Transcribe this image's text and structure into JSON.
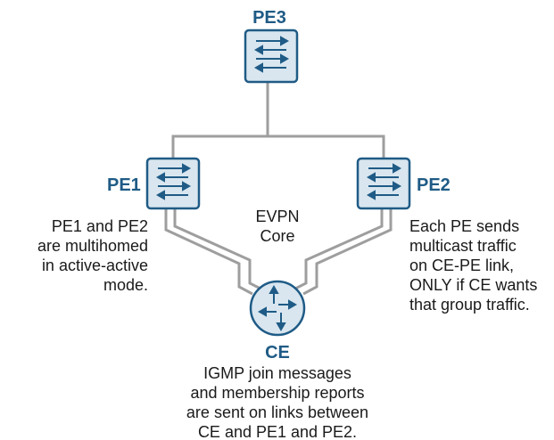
{
  "nodes": {
    "pe3": {
      "label": "PE3",
      "icon": "switch-icon"
    },
    "pe1": {
      "label": "PE1",
      "icon": "switch-icon"
    },
    "pe2": {
      "label": "PE2",
      "icon": "switch-icon"
    },
    "ce": {
      "label": "CE",
      "icon": "router-icon"
    }
  },
  "core_label": [
    "EVPN",
    "Core"
  ],
  "notes": {
    "left": [
      "PE1 and PE2",
      "are multihomed",
      "in active-active",
      "mode."
    ],
    "right": [
      "Each PE sends",
      "multicast traffic",
      "on CE-PE link,",
      "ONLY if CE wants",
      "that group traffic."
    ],
    "bottom": [
      "IGMP join messages",
      "and membership reports",
      "are sent on links between",
      "CE and PE1 and PE2."
    ]
  },
  "colors": {
    "device_fill": "#d9e6ef",
    "device_stroke": "#1f5b86",
    "link": "#9e9e9e",
    "label": "#1f5b86"
  }
}
